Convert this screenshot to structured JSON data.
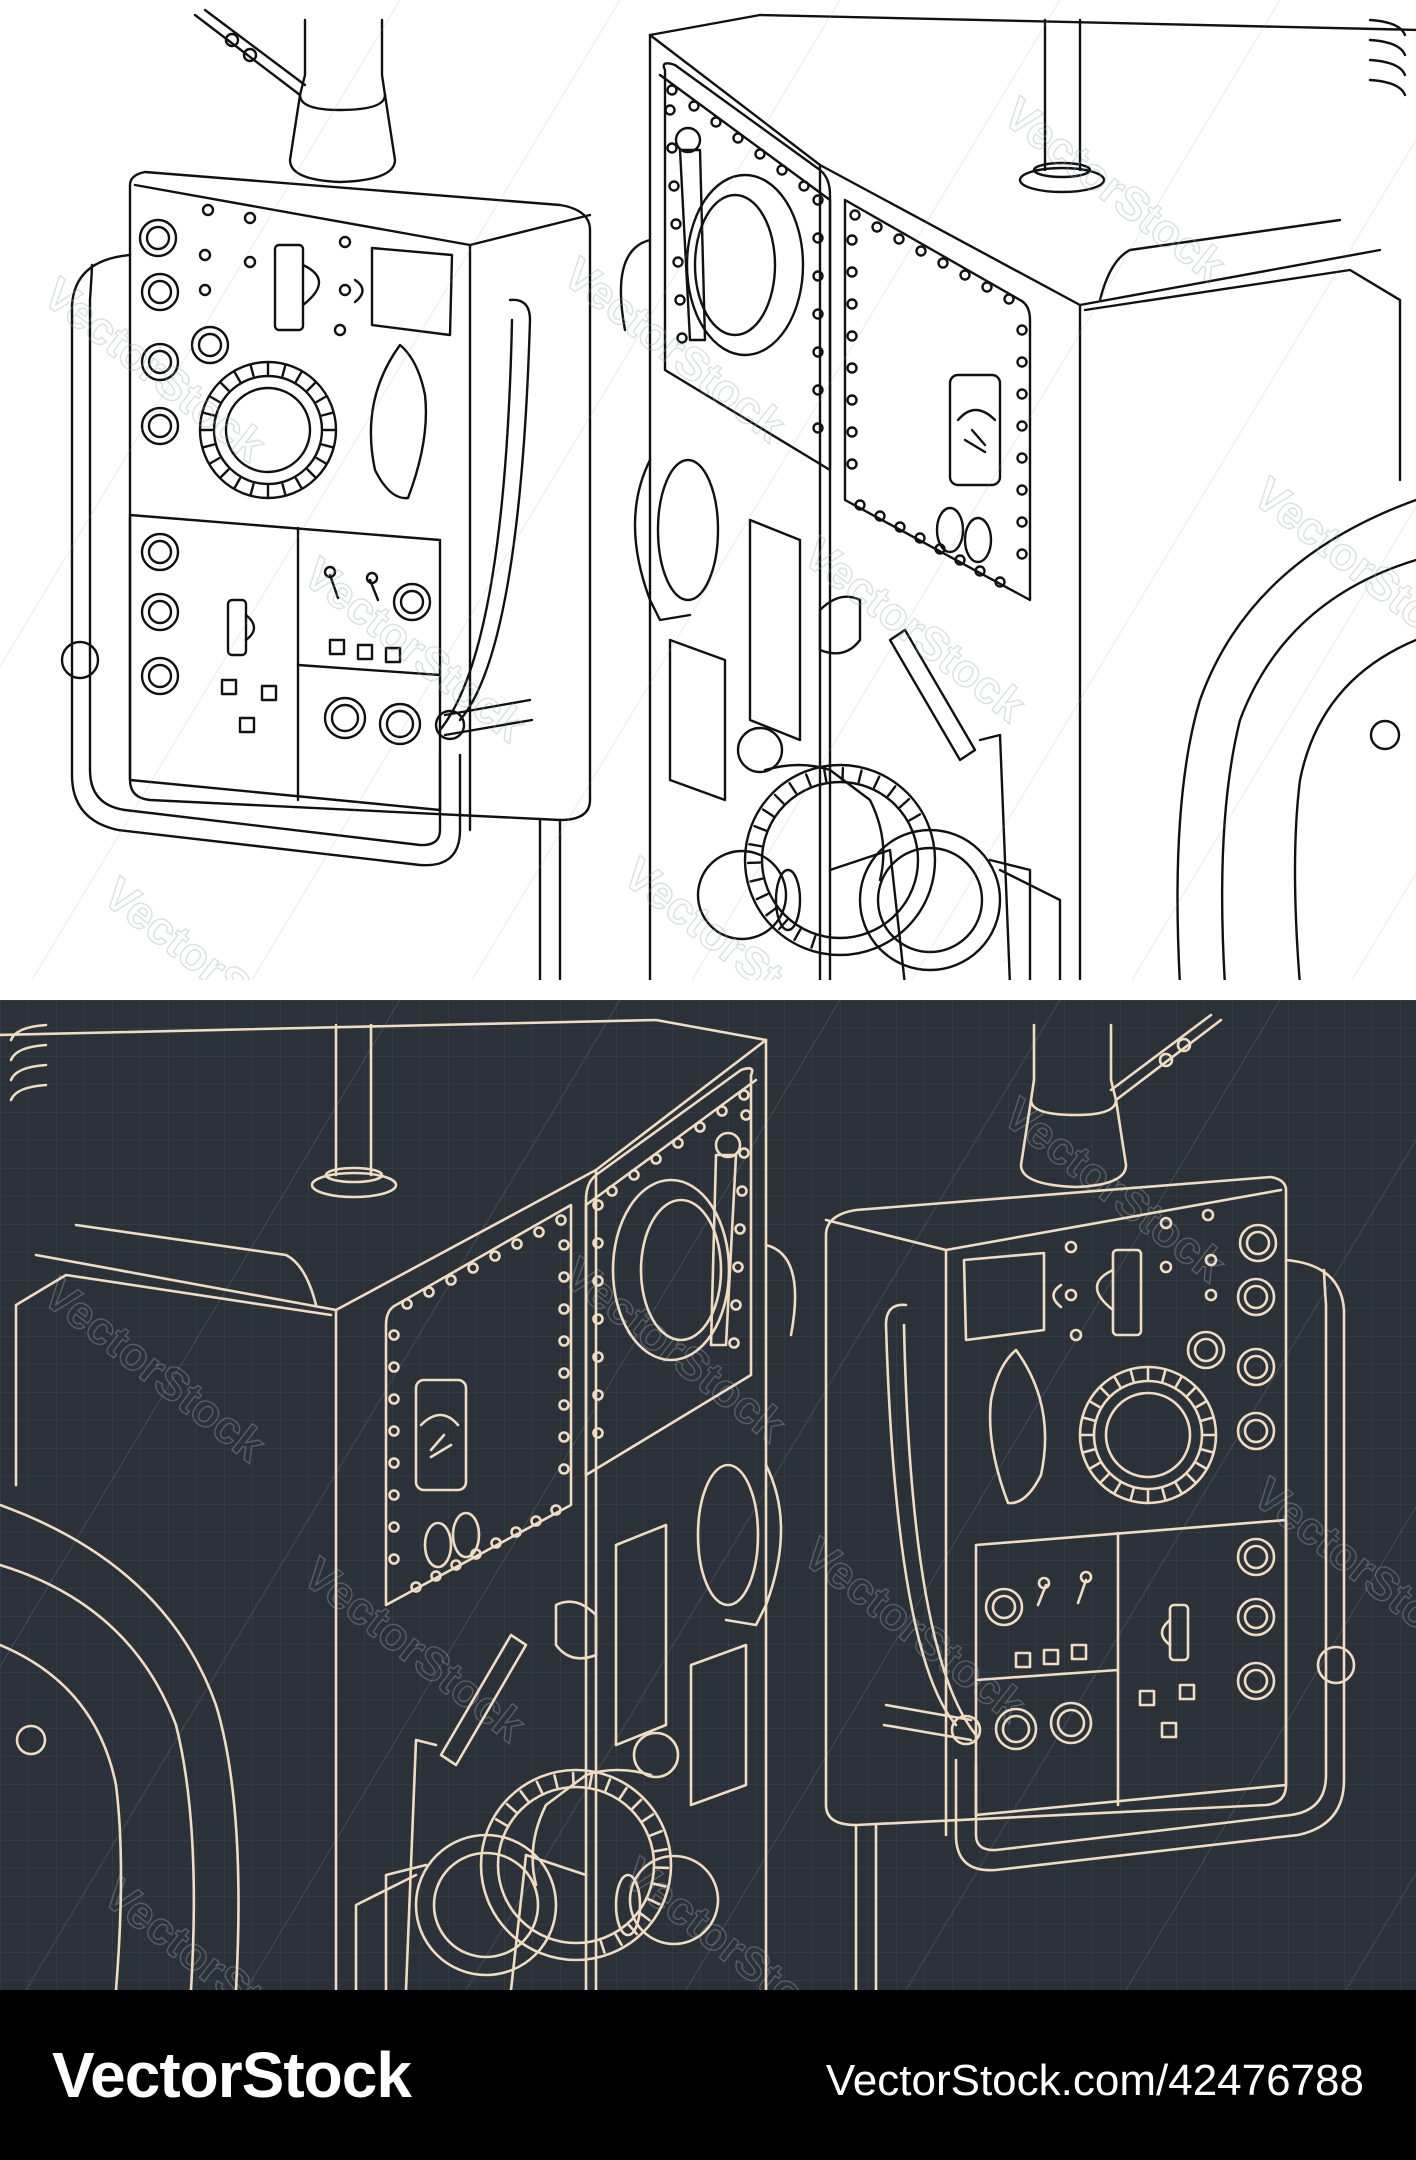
{
  "colors": {
    "line_light": "#111111",
    "bg_light": "#ffffff",
    "bg_dark": "#2a3139",
    "line_dark": "#f2dcc0",
    "footer_bg": "#000000",
    "footer_text": "#ffffff"
  },
  "watermark": {
    "text": "VectorStock"
  },
  "footer": {
    "brand": "VectorStock",
    "url": "VectorStock.com/42476788"
  },
  "illustration": {
    "light_version": "line-drawing-machine-control-panel",
    "dark_version": "blueprint-machine-control-panel-mirrored",
    "icons": [
      "knob-icon",
      "dial-icon",
      "toggle-switch-icon",
      "lever-handle-icon",
      "rivet-icon"
    ]
  }
}
